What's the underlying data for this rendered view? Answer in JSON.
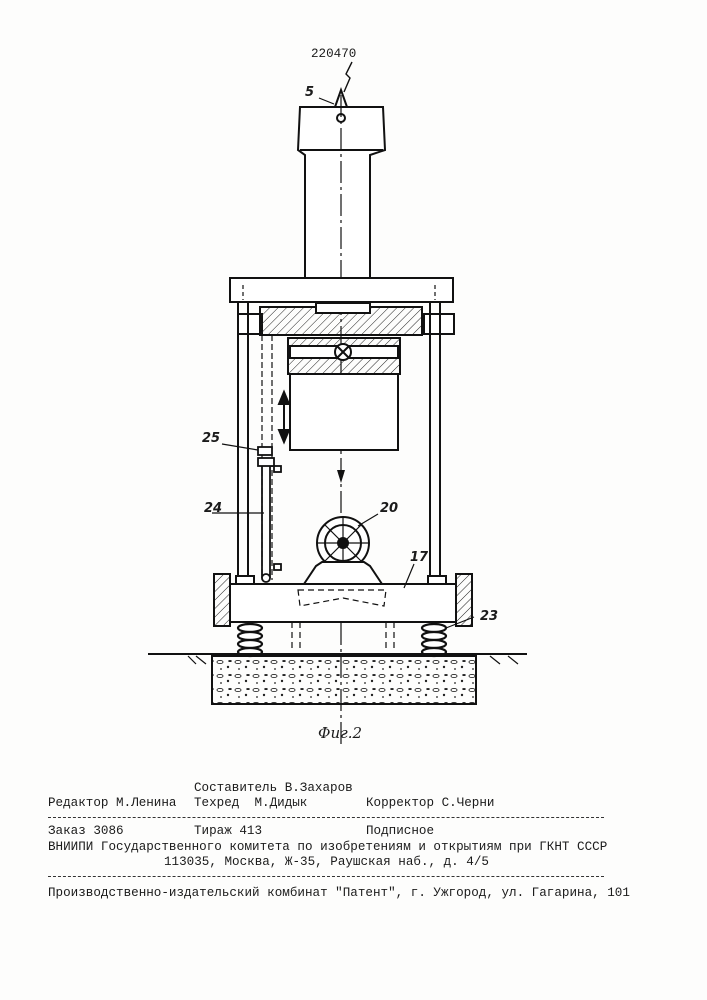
{
  "document": {
    "patent_number": "220470",
    "figure_caption": "Фиг.2",
    "callouts": [
      "5",
      "25",
      "24",
      "20",
      "17",
      "23"
    ]
  },
  "colophon": {
    "composer": "Составитель В.Захаров",
    "editor": "Редактор М.Ленина",
    "tech_editor": "Техред  М.Дидык",
    "corrector": "Корректор С.Черни",
    "order": "Заказ 3086",
    "circulation": "Тираж 413",
    "subscription": "Подписное",
    "institute": "ВНИИПИ Государственного комитета по изобретениям и открытиям при ГКНТ СССР",
    "address": "113035, Москва, Ж-35, Раушская наб., д. 4/5",
    "printer": "Производственно-издательский комбинат \"Патент\", г. Ужгород, ул. Гагарина, 101"
  }
}
